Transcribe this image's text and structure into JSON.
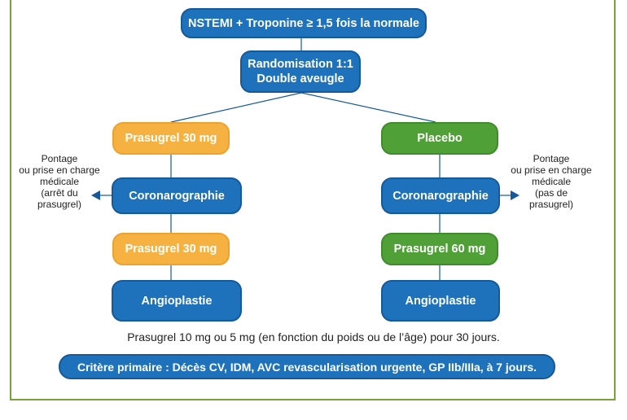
{
  "diagram": {
    "top_box": "NSTEMI + Troponine ≥ 1,5 fois la normale",
    "random_box": {
      "line1": "Randomisation 1:1",
      "line2": "Double aveugle"
    },
    "left": {
      "step1": "Prasugrel 30 mg",
      "step2": "Coronarographie",
      "step3": "Prasugrel 30 mg",
      "step4": "Angioplastie",
      "side_note": [
        "Pontage",
        "ou prise en charge",
        "médicale",
        "(arrêt du",
        "prasugrel)"
      ]
    },
    "right": {
      "step1": "Placebo",
      "step2": "Coronarographie",
      "step3": "Prasugrel 60 mg",
      "step4": "Angioplastie",
      "side_note": [
        "Pontage",
        "ou prise en charge",
        "médicale",
        "(pas de",
        "prasugrel)"
      ]
    },
    "followup_text": "Prasugrel 10 mg ou 5 mg (en fonction du poids ou de l’âge) pour 30 jours.",
    "primary_endpoint": "Critère primaire : Décès CV, IDM, AVC revascularisation urgente, GP IIb/IIIa, à 7 jours."
  },
  "colors": {
    "blue": "#1e72bb",
    "orange": "#f5b240",
    "green": "#4fa137",
    "frame": "#77a33a"
  }
}
